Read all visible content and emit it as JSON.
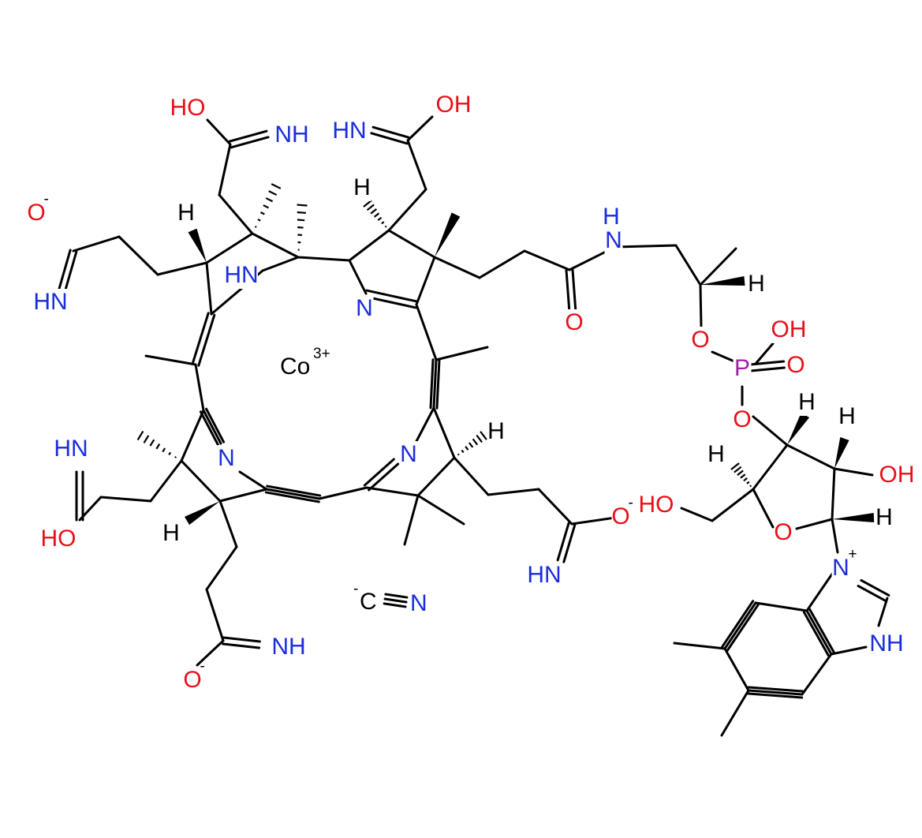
{
  "colors": {
    "carbon_bond": "#000000",
    "oxygen": "#e8101a",
    "nitrogen": "#1a2ddc",
    "phosphorus": "#a020a8",
    "metal": "#000000"
  },
  "labels": {
    "metal_center": "Co",
    "metal_charge": "3+",
    "cyanide_charge": "-",
    "cyanide_c": "C",
    "cyanide_n": "N",
    "o_minus": "O",
    "minus": "-",
    "plus": "+",
    "HO": "HO",
    "OH": "OH",
    "NH": "NH",
    "HN": "HN",
    "N": "N",
    "O": "O",
    "H": "H",
    "P": "P"
  }
}
